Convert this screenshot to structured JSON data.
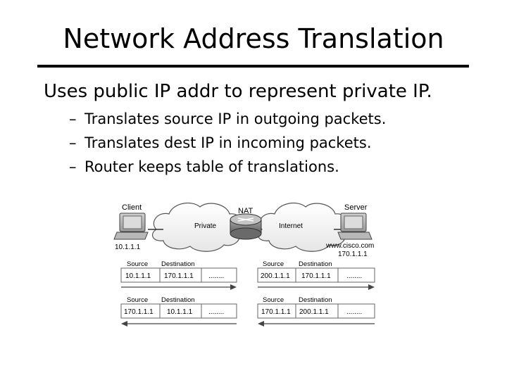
{
  "slide": {
    "title": "Network Address Translation",
    "bullet": "Uses public IP addr to represent private IP.",
    "subbullets": [
      "Translates source IP in outgoing packets.",
      "Translates dest IP in incoming packets.",
      "Router keeps table of translations."
    ],
    "dash": "–"
  },
  "diagram": {
    "client_label": "Client",
    "client_ip": "10.1.1.1",
    "server_label": "Server",
    "server_host": "www.cisco.com",
    "server_ip": "170.1.1.1",
    "nat_label": "NAT",
    "private_label": "Private",
    "internet_label": "Internet",
    "packet_header_source": "Source",
    "packet_header_destination": "Destination",
    "packets": {
      "out_private": {
        "source": "10.1.1.1",
        "destination": "170.1.1.1",
        "payload": "........"
      },
      "out_public": {
        "source": "200.1.1.1",
        "destination": "170.1.1.1",
        "payload": "........"
      },
      "in_private": {
        "source": "170.1.1.1",
        "destination": "10.1.1.1",
        "payload": "........"
      },
      "in_public": {
        "source": "170.1.1.1",
        "destination": "200.1.1.1",
        "payload": "........"
      }
    }
  }
}
